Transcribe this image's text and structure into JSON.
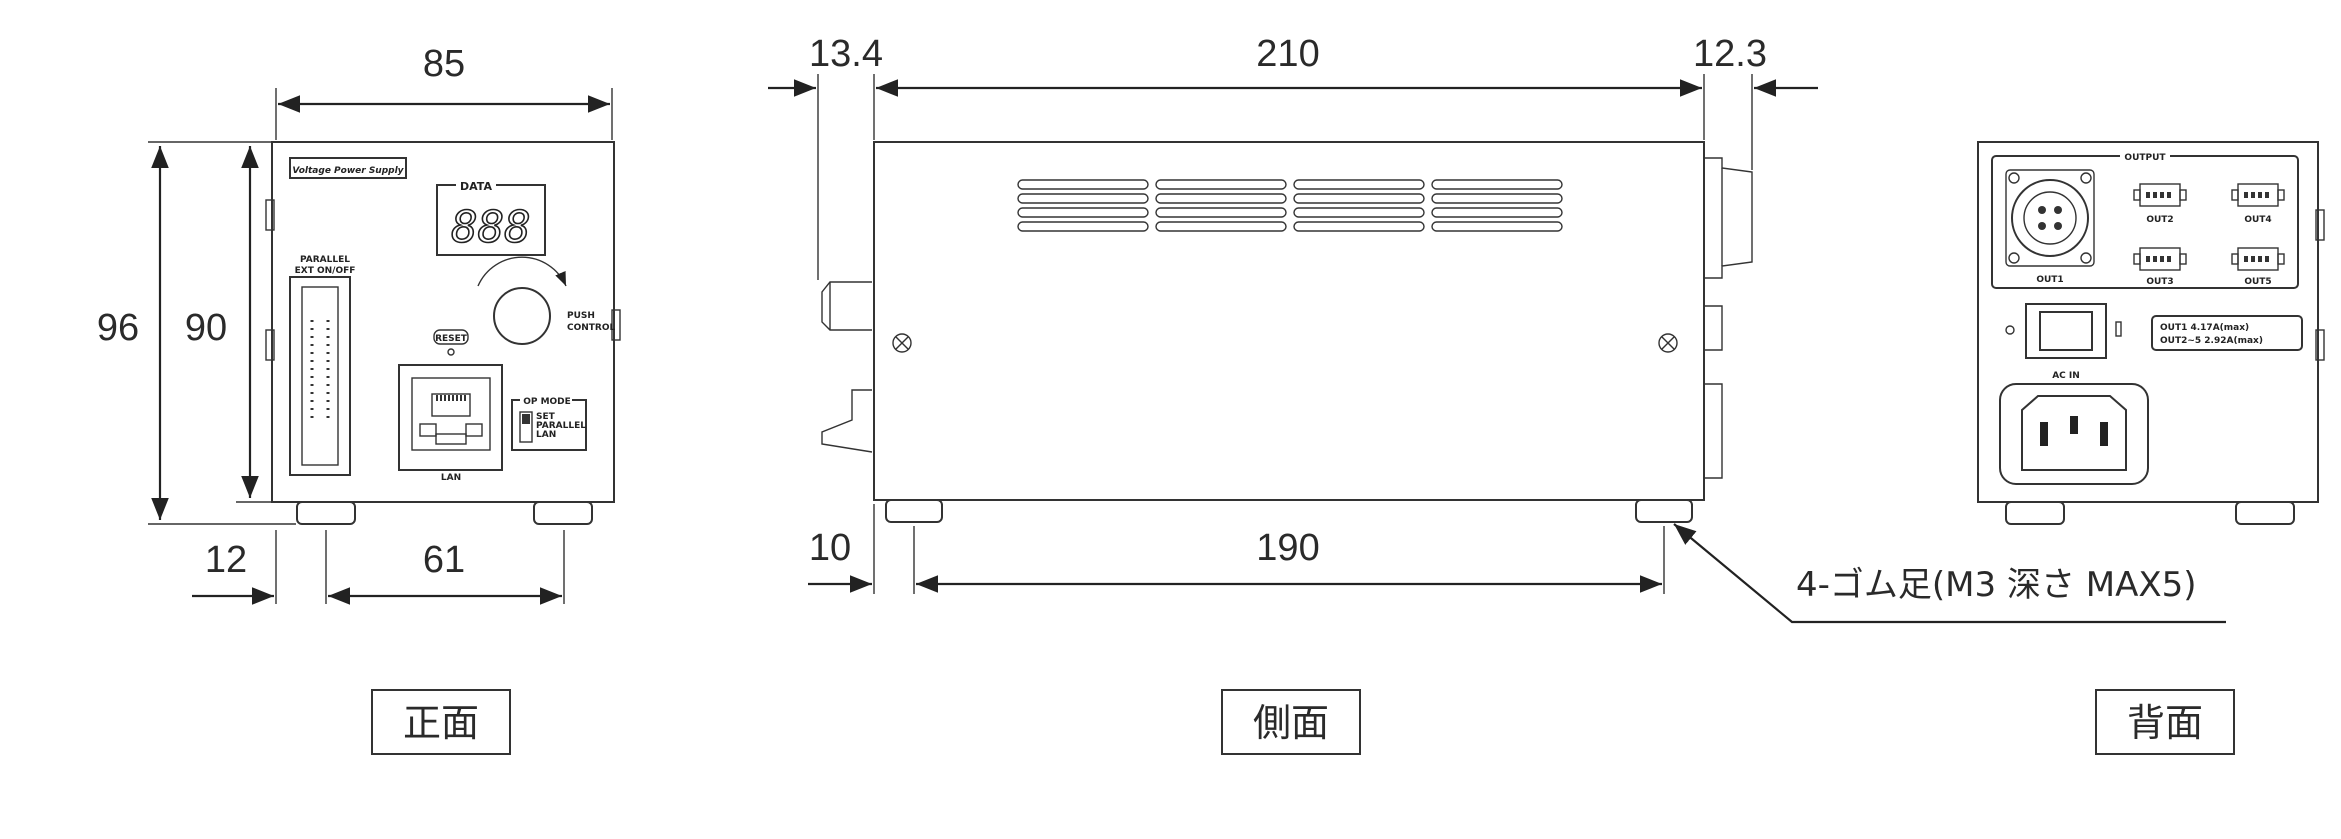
{
  "dimensions": {
    "front_width": "85",
    "front_height_total": "96",
    "front_height_body": "90",
    "front_offset_left": "12",
    "front_feet_span": "61",
    "side_front_protrusion": "13.4",
    "side_body_length": "210",
    "side_rear_protrusion": "12.3",
    "side_foot_offset": "10",
    "side_feet_span": "190"
  },
  "annotation": {
    "rubber_feet": "4-ゴム足(M3 深さ MAX5)"
  },
  "views": {
    "front": "正面",
    "side": "側面",
    "back": "背面"
  },
  "front_panel": {
    "brand": "Voltage Power Supply",
    "data_label": "DATA",
    "display": "888",
    "parallel_label": "PARALLEL",
    "ext_label": "EXT ON/OFF",
    "reset_label": "RESET",
    "push_label": "PUSH",
    "control_label": "CONTROL",
    "op_mode_label": "OP MODE",
    "op_modes": [
      "SET",
      "PARALLEL",
      "LAN"
    ],
    "lan_label": "LAN"
  },
  "back_panel": {
    "output_label": "OUTPUT",
    "out1": "OUT1",
    "out2": "OUT2",
    "out3": "OUT3",
    "out4": "OUT4",
    "out5": "OUT5",
    "rating_line1": "OUT1    4.17A(max)",
    "rating_line2": "OUT2~5   2.92A(max)",
    "ac_in": "AC IN"
  }
}
